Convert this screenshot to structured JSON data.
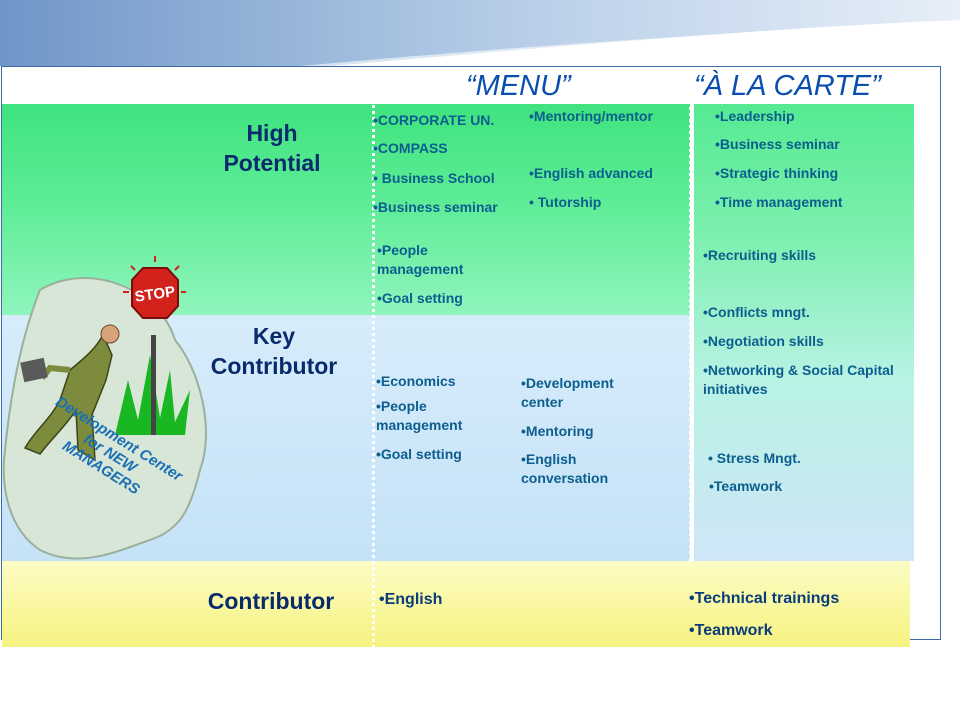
{
  "headers": {
    "menu": "“MENU”",
    "a_la_carte": "“À LA CARTE”"
  },
  "levels": {
    "high_potential": [
      "High",
      "Potential"
    ],
    "key_contributor": [
      "Key",
      "Contributor"
    ],
    "contributor": "Contributor"
  },
  "menu_col1": {
    "hp": [
      "•CORPORATE UN.",
      "•COMPASS",
      "• Business School",
      "•Business seminar"
    ],
    "hp_lower": [
      "•People",
      "management",
      "•Goal setting"
    ],
    "kc": [
      "•Economics",
      "•People",
      "management",
      "•Goal setting"
    ],
    "c": [
      "•English"
    ]
  },
  "menu_col2": {
    "hp": [
      "•Mentoring/mentor",
      "•English advanced",
      "• Tutorship"
    ],
    "kc": [
      "•Development",
      "center",
      "•Mentoring",
      "•English",
      "conversation"
    ]
  },
  "carte": {
    "hp": [
      "•Leadership",
      "•Business seminar",
      "•Strategic thinking",
      "•Time management"
    ],
    "mid": [
      "•Recruiting skills",
      "•Conflicts mngt.",
      "•Negotiation skills",
      "•Networking & Social Capital",
      "initiatives"
    ],
    "kc": [
      "• Stress Mngt.",
      "•Teamwork"
    ],
    "c": [
      "•Technical trainings",
      "•Teamwork"
    ]
  },
  "clipart": {
    "sign": "STOP",
    "caption": [
      "Development Center",
      "for NEW",
      "MANAGERS"
    ]
  },
  "colors": {
    "green": "#3ee88a",
    "light_blue": "#cfe6f8",
    "yellow": "#fdfcc0",
    "navy": "#0a2a6e",
    "teal": "#0b5e8e"
  }
}
